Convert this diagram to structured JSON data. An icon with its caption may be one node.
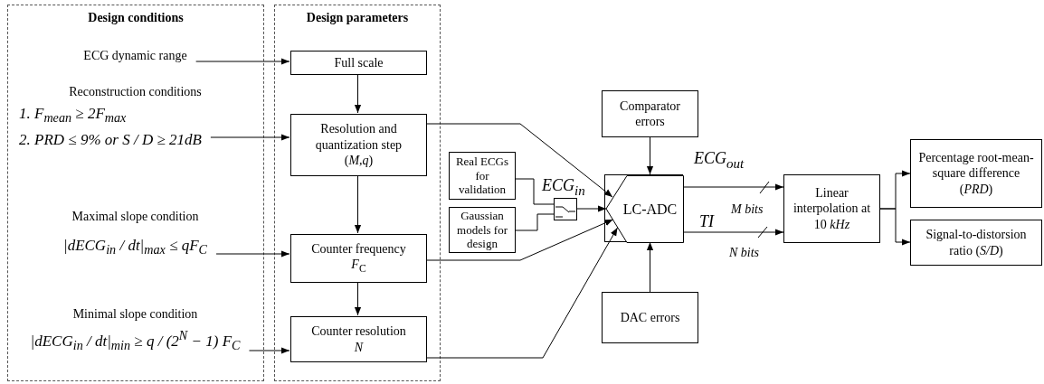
{
  "diagram": {
    "nodes": [
      {
        "text": [
          "Design conditions"
        ]
      },
      {
        "text": [
          "Design parameters"
        ]
      },
      {
        "text": [
          "ECG dynamic range"
        ],
        "in": 0
      },
      {
        "text": [
          "Reconstruction conditions",
          "1. F$_{mean}$ ≥ 2F$_{max}$",
          "2. PRD ≤ 9% or S / D ≥ 21dB"
        ],
        "in": 0
      },
      {
        "text": [
          "Maximal slope condition",
          "|dECG$_{in}$ / dt|$_{max}$ ≤ qF$_{C}$"
        ],
        "in": 0
      },
      {
        "text": [
          "Minimal slope condition",
          "|dECG$_{in}$ / dt|$_{min}$ ≥ q / (2$^{N}$ − 1) F$_{C}$"
        ],
        "in": 0
      },
      {
        "text": [
          "Full scale"
        ],
        "in": 1
      },
      {
        "text": [
          "Resolution and quantization step",
          "(*M*,*q*)"
        ],
        "in": 1
      },
      {
        "text": [
          "Counter frequency",
          "*F*$_{C}$"
        ],
        "in": 1
      },
      {
        "text": [
          "Counter resolution",
          "*N*"
        ],
        "in": 1
      },
      {
        "text": [
          "Real ECGs for validation"
        ]
      },
      {
        "text": [
          "Gaussian models for design"
        ]
      },
      {
        "text": [],
        "shape": "box"
      },
      {
        "text": [
          "Comparator errors"
        ]
      },
      {
        "text": [
          "LC-ADC"
        ]
      },
      {
        "text": [
          "DAC errors"
        ]
      },
      {
        "text": [
          "Linear interpolation at 10 *kHz*"
        ]
      },
      {
        "text": [
          "Percentage root-mean-square difference (*PRD*)"
        ]
      },
      {
        "text": [
          "Signal-to-distorsion ratio (*S/D*)"
        ]
      }
    ],
    "edges": [
      {
        "from": 2,
        "to": 6,
        "arrow": "to"
      },
      {
        "from": 3,
        "to": 7,
        "arrow": "to"
      },
      {
        "from": 4,
        "to": 8,
        "arrow": "to"
      },
      {
        "from": 5,
        "to": 9,
        "arrow": "to"
      },
      {
        "from": 6,
        "to": 7,
        "arrow": "to"
      },
      {
        "from": 7,
        "to": 8,
        "arrow": "to"
      },
      {
        "from": 8,
        "to": 9,
        "arrow": "to"
      },
      {
        "from": 7,
        "to": 14,
        "arrow": "to"
      },
      {
        "from": 8,
        "to": 14,
        "arrow": "to"
      },
      {
        "from": 9,
        "to": 14,
        "arrow": "to"
      },
      {
        "from": 10,
        "to": 12,
        "arrow": "none"
      },
      {
        "from": 11,
        "to": 12,
        "arrow": "none"
      },
      {
        "from": 12,
        "to": 14,
        "arrow": "to",
        "label": "ECG$_{in}$"
      },
      {
        "from": 13,
        "to": 14,
        "arrow": "to"
      },
      {
        "from": 15,
        "to": 14,
        "arrow": "to"
      },
      {
        "from": 14,
        "to": 16,
        "arrow": "to",
        "label": "ECG$_{out}$"
      },
      {
        "from": 14,
        "to": 16,
        "arrow": "to",
        "label": "TI"
      },
      {
        "from": 16,
        "to": 17,
        "arrow": "to"
      },
      {
        "from": 16,
        "to": 18,
        "arrow": "to"
      }
    ],
    "labels": [
      "M bits",
      "N bits"
    ]
  }
}
